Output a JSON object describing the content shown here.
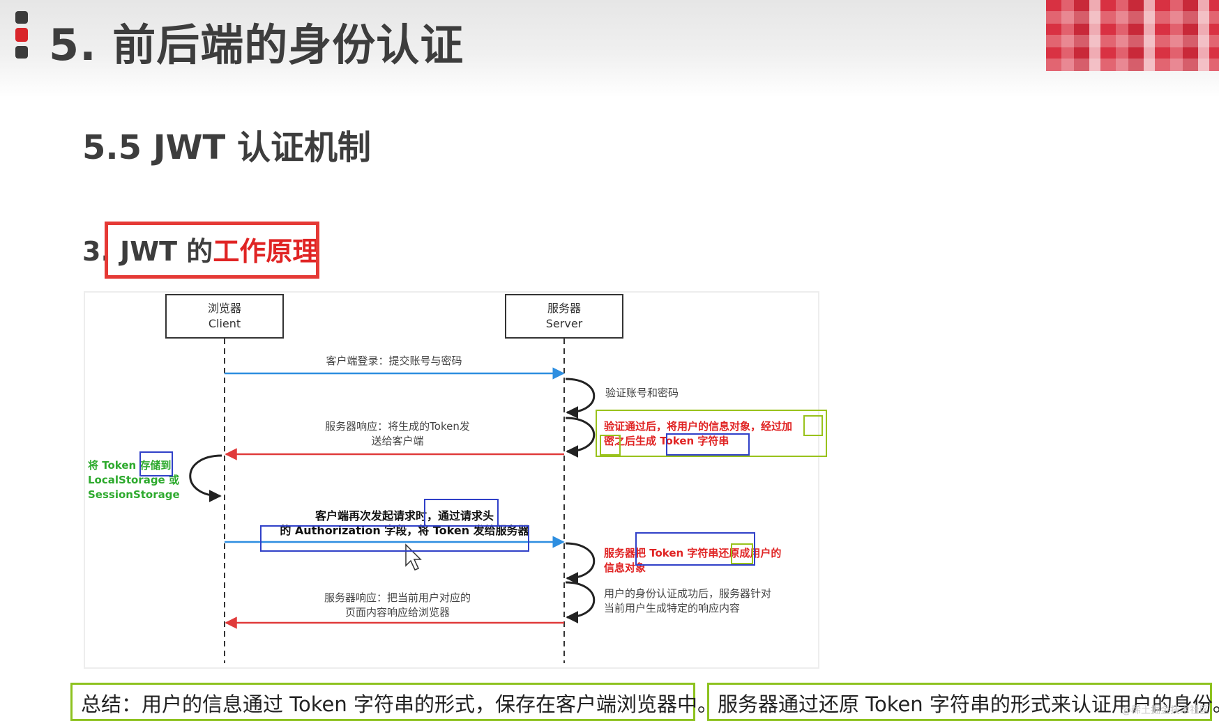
{
  "header": {
    "title": "5. 前后端的身份认证",
    "accent_color": "#d9252a"
  },
  "subtitle": "5.5 JWT 认证机制",
  "section": {
    "prefix": "3. JWT 的",
    "highlight": "工作原理"
  },
  "diagram": {
    "client": {
      "line1": "浏览器",
      "line2": "Client"
    },
    "server": {
      "line1": "服务器",
      "line2": "Server"
    },
    "msg_login": "客户端登录：提交账号与密码",
    "verify": "验证账号和密码",
    "msg_response_line1": "服务器响应：将生成的Token发",
    "msg_response_line2": "送给客户端",
    "note_generate_line1": "验证通过后，将用户的信息对象，经过加",
    "note_generate_line2": "密之后生成 Token 字符串",
    "note_store_line1": "将 Token 存储到",
    "note_store_line2": "LocalStorage 或",
    "note_store_line3": "SessionStorage",
    "msg_request_line1": "客户端再次发起请求时，通过请求头",
    "msg_request_line2": "的 Authorization 字段，将 Token 发给服务器",
    "note_restore_line1": "服务器把 Token 字符串还原成用户的",
    "note_restore_line2": "信息对象",
    "note_auth_line1": "用户的身份认证成功后，服务器针对",
    "note_auth_line2": "当前用户生成特定的响应内容",
    "msg_final_line1": "服务器响应：把当前用户对应的",
    "msg_final_line2": "页面内容响应给浏览器"
  },
  "summary": {
    "part1": "总结：用户的信息通过 Token 字符串的形式，保存在客户端浏览器中。",
    "part2": "服务器通过还原 Token 字符串的形式来认证用户的身份。"
  },
  "watermark": "@稀土掘金技术社区",
  "colors": {
    "arrow_blue": "#2d8ee0",
    "arrow_red": "#e03a3a",
    "box_blue": "#3040c8",
    "box_green": "#99c21c",
    "text_red": "#e02424",
    "text_green": "#2eaa2e"
  }
}
